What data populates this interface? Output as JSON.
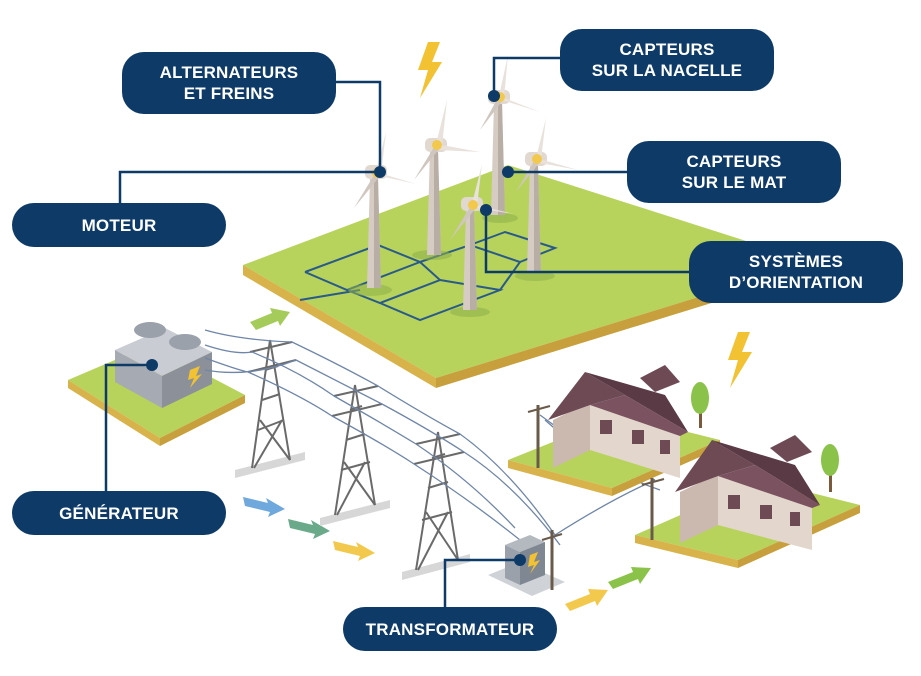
{
  "labels": {
    "alternateurs": {
      "line1": "ALTERNATEURS",
      "line2": "ET FREINS"
    },
    "capteurs_nacelle": {
      "line1": "CAPTEURS",
      "line2": "SUR LA NACELLE"
    },
    "moteur": {
      "line1": "MOTEUR"
    },
    "capteurs_mat": {
      "line1": "CAPTEURS",
      "line2": "SUR LE MAT"
    },
    "systemes_orientation": {
      "line1": "SYSTÈMES",
      "line2": "D’ORIENTATION"
    },
    "generateur": {
      "line1": "GÉNÉRATEUR"
    },
    "transformateur": {
      "line1": "TRANSFORMATEUR"
    }
  },
  "colors": {
    "label_bg": "#0e3a68",
    "label_text": "#ffffff",
    "ground": "#b5d35a",
    "ground_side": "#d9b44a",
    "flow_blue": "#6fa8dc",
    "flow_teal": "#6aaa8a",
    "flow_yellow": "#f2c94c",
    "flow_green": "#8bc34a"
  },
  "icons": [
    "lightning-icon",
    "wind-turbine-icon",
    "pylon-icon",
    "house-icon",
    "transformer-icon",
    "generator-icon"
  ]
}
